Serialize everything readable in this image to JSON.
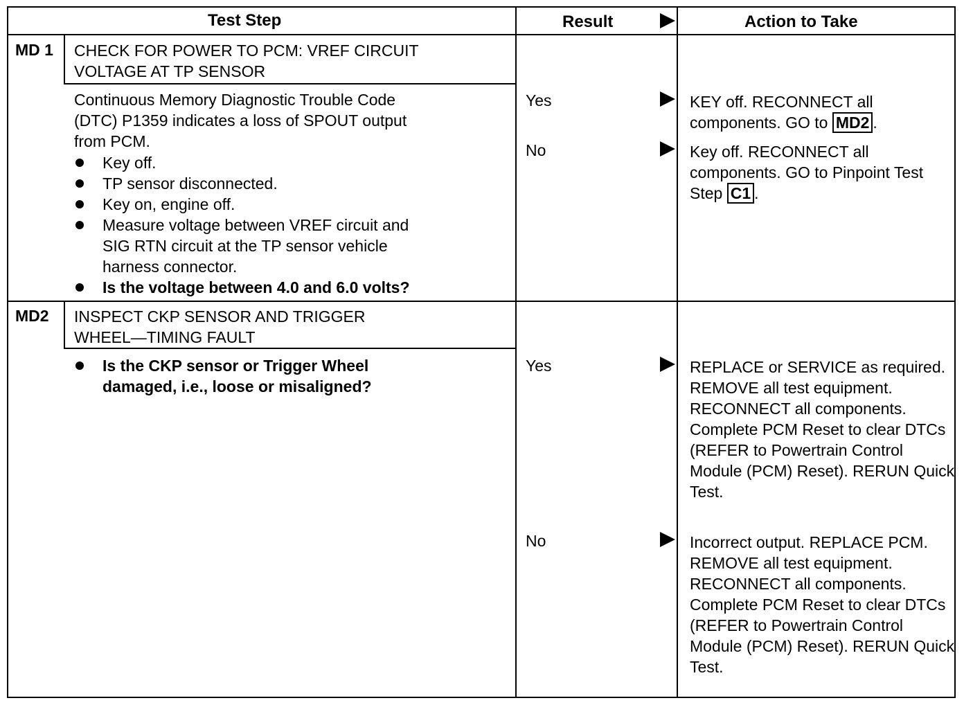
{
  "header": {
    "test_step": "Test Step",
    "result": "Result",
    "action": "Action to Take"
  },
  "steps": [
    {
      "id": "MD 1",
      "title_line1": "CHECK FOR POWER TO PCM: VREF CIRCUIT",
      "title_line2": "VOLTAGE AT TP SENSOR",
      "intro_lines": [
        "Continuous Memory Diagnostic Trouble Code",
        "(DTC) P1359 indicates a loss of SPOUT output",
        "from PCM."
      ],
      "bullets": [
        {
          "lines": [
            "Key off."
          ]
        },
        {
          "lines": [
            "TP sensor disconnected."
          ]
        },
        {
          "lines": [
            "Key on, engine off."
          ]
        },
        {
          "lines": [
            "Measure voltage between VREF circuit and",
            "SIG RTN circuit at the TP sensor vehicle",
            "harness connector."
          ]
        },
        {
          "lines": [
            "Is the voltage between 4.0 and 6.0 volts?"
          ],
          "bold": true
        }
      ],
      "results": [
        {
          "label": "Yes",
          "action_text": "KEY off. RECONNECT all components. GO to",
          "action_ref": "MD2",
          "action_tail": "."
        },
        {
          "label": "No",
          "action_text": "Key off. RECONNECT all components. GO to Pinpoint Test Step",
          "action_ref": "C1",
          "action_tail": "."
        }
      ]
    },
    {
      "id": "MD2",
      "title_line1": "INSPECT CKP SENSOR AND TRIGGER",
      "title_line2": "WHEEL—TIMING FAULT",
      "bullets": [
        {
          "lines": [
            "Is the CKP sensor or Trigger Wheel",
            "damaged, i.e., loose or misaligned?"
          ],
          "bold": true
        }
      ],
      "results": [
        {
          "label": "Yes",
          "action_text": "REPLACE or SERVICE as required. REMOVE all test equipment. RECONNECT all components. Complete PCM Reset to clear DTCs (REFER to Powertrain Control Module (PCM) Reset). RERUN Quick Test."
        },
        {
          "label": "No",
          "action_text": "Incorrect output. REPLACE PCM. REMOVE all test equipment. RECONNECT all components. Complete PCM Reset to clear DTCs (REFER to Powertrain Control Module (PCM) Reset). RERUN Quick Test."
        }
      ]
    }
  ]
}
